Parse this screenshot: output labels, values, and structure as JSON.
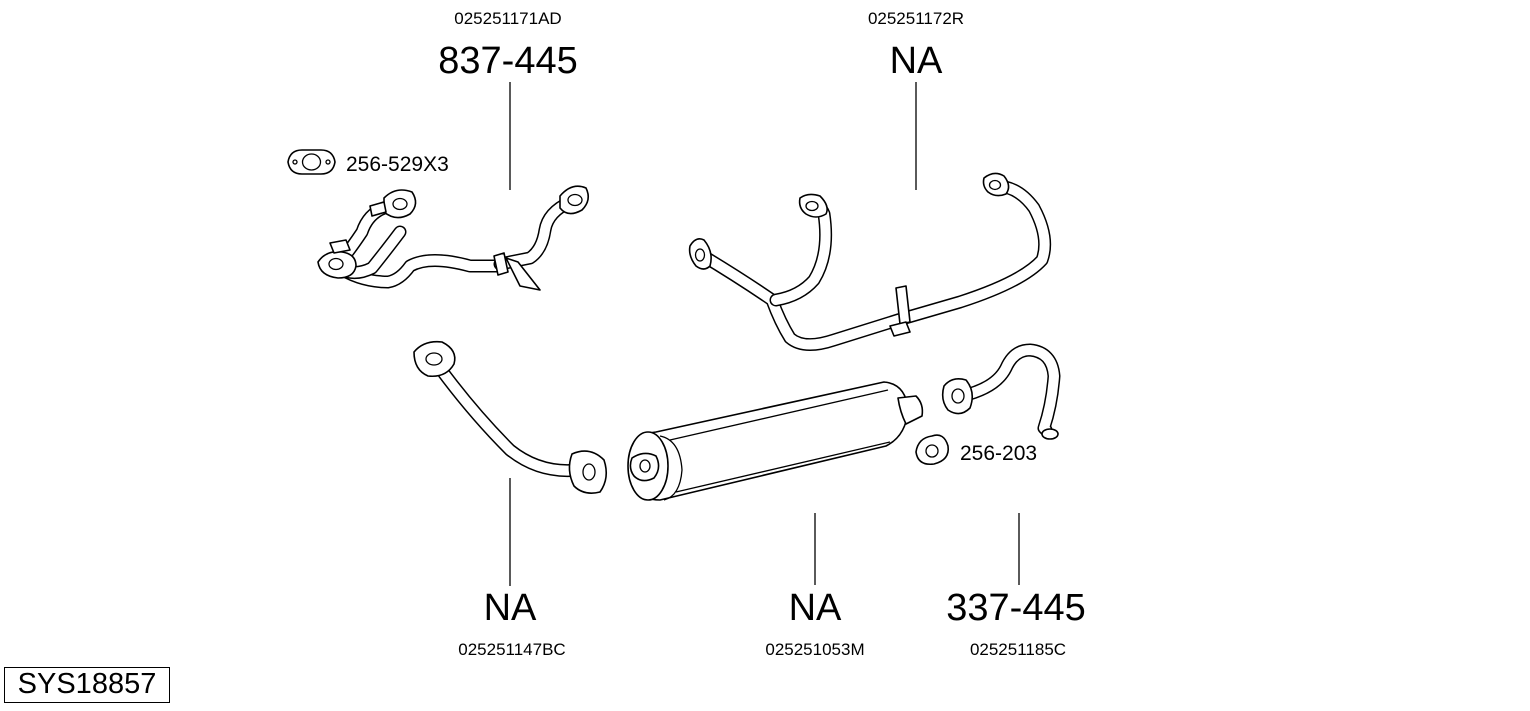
{
  "system_id": "SYS18857",
  "parts": [
    {
      "oem": "025251171AD",
      "number": "837-445"
    },
    {
      "oem": "025251172R",
      "number": "NA"
    },
    {
      "oem": "025251147BC",
      "number": "NA"
    },
    {
      "oem": "025251053M",
      "number": "NA"
    },
    {
      "oem": "025251185C",
      "number": "337-445"
    }
  ],
  "gaskets": [
    {
      "label": "256-529X3"
    },
    {
      "label": "256-203"
    }
  ]
}
